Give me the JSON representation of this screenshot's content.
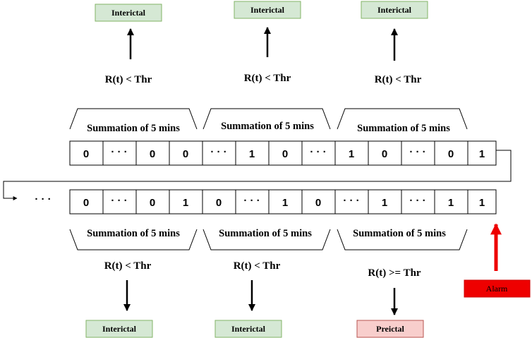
{
  "row1": {
    "cells": [
      "0",
      "· · ·",
      "0",
      "0",
      "· · ·",
      "1",
      "0",
      "· · ·",
      "1",
      "0",
      "· · ·",
      "0",
      "1"
    ],
    "groups": [
      {
        "sum_label": "Summation of 5 mins",
        "cond": "R(t) < Thr",
        "state": "Interictal"
      },
      {
        "sum_label": "Summation of 5 mins",
        "cond": "R(t) < Thr",
        "state": "Interictal"
      },
      {
        "sum_label": "Summation of 5 mins",
        "cond": "R(t) < Thr",
        "state": "Interictal"
      }
    ]
  },
  "row2": {
    "lead": "· · ·",
    "cells": [
      "0",
      "· · ·",
      "0",
      "1",
      "0",
      "· · ·",
      "1",
      "0",
      "· · ·",
      "1",
      "· · ·",
      "1",
      "1"
    ],
    "groups": [
      {
        "sum_label": "Summation of 5 mins",
        "cond": "R(t) < Thr",
        "state": "Interictal"
      },
      {
        "sum_label": "Summation of 5 mins",
        "cond": "R(t) < Thr",
        "state": "Interictal"
      },
      {
        "sum_label": "Summation of 5 mins",
        "cond": "R(t) >= Thr",
        "state": "Preictal"
      }
    ]
  },
  "alarm": {
    "label": "Alarm"
  },
  "colors": {
    "interictal_fill": "#d5e8d4",
    "interictal_stroke": "#82b366",
    "preictal_fill": "#f8cecc",
    "preictal_stroke": "#b85450",
    "alarm_fill": "#ee0000",
    "alarm_arrow": "#ee0000"
  }
}
